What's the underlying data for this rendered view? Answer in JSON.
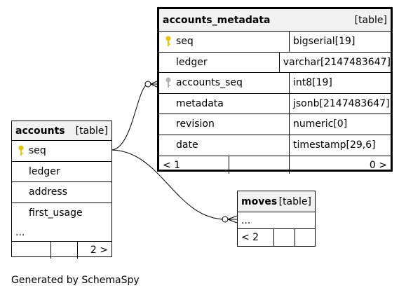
{
  "accounts_metadata": {
    "name": "accounts_metadata",
    "type_tag": "[table]",
    "columns": [
      {
        "name": "seq",
        "type": "bigserial[19]",
        "key": "primary"
      },
      {
        "name": "ledger",
        "type": "varchar[2147483647]",
        "key": "none"
      },
      {
        "name": "accounts_seq",
        "type": "int8[19]",
        "key": "foreign"
      },
      {
        "name": "metadata",
        "type": "jsonb[2147483647]",
        "key": "none"
      },
      {
        "name": "revision",
        "type": "numeric[0]",
        "key": "none"
      },
      {
        "name": "date",
        "type": "timestamp[29,6]",
        "key": "none"
      }
    ],
    "footer": {
      "parents": "< 1",
      "children": "0 >"
    }
  },
  "accounts": {
    "name": "accounts",
    "type_tag": "[table]",
    "columns": [
      {
        "name": "seq",
        "key": "primary"
      },
      {
        "name": "ledger",
        "key": "none"
      },
      {
        "name": "address",
        "key": "none"
      },
      {
        "name": "first_usage",
        "key": "none"
      }
    ],
    "more": "...",
    "footer": {
      "parents": "",
      "children": "2 >"
    }
  },
  "moves": {
    "name": "moves",
    "type_tag": "[table]",
    "more": "...",
    "footer": {
      "parents": "< 2",
      "children": ""
    }
  },
  "credit": "Generated by SchemaSpy",
  "colors": {
    "primary_key": "#e6c700",
    "foreign_key": "#b3b3b3",
    "header_bg": "#f2f2f2"
  }
}
